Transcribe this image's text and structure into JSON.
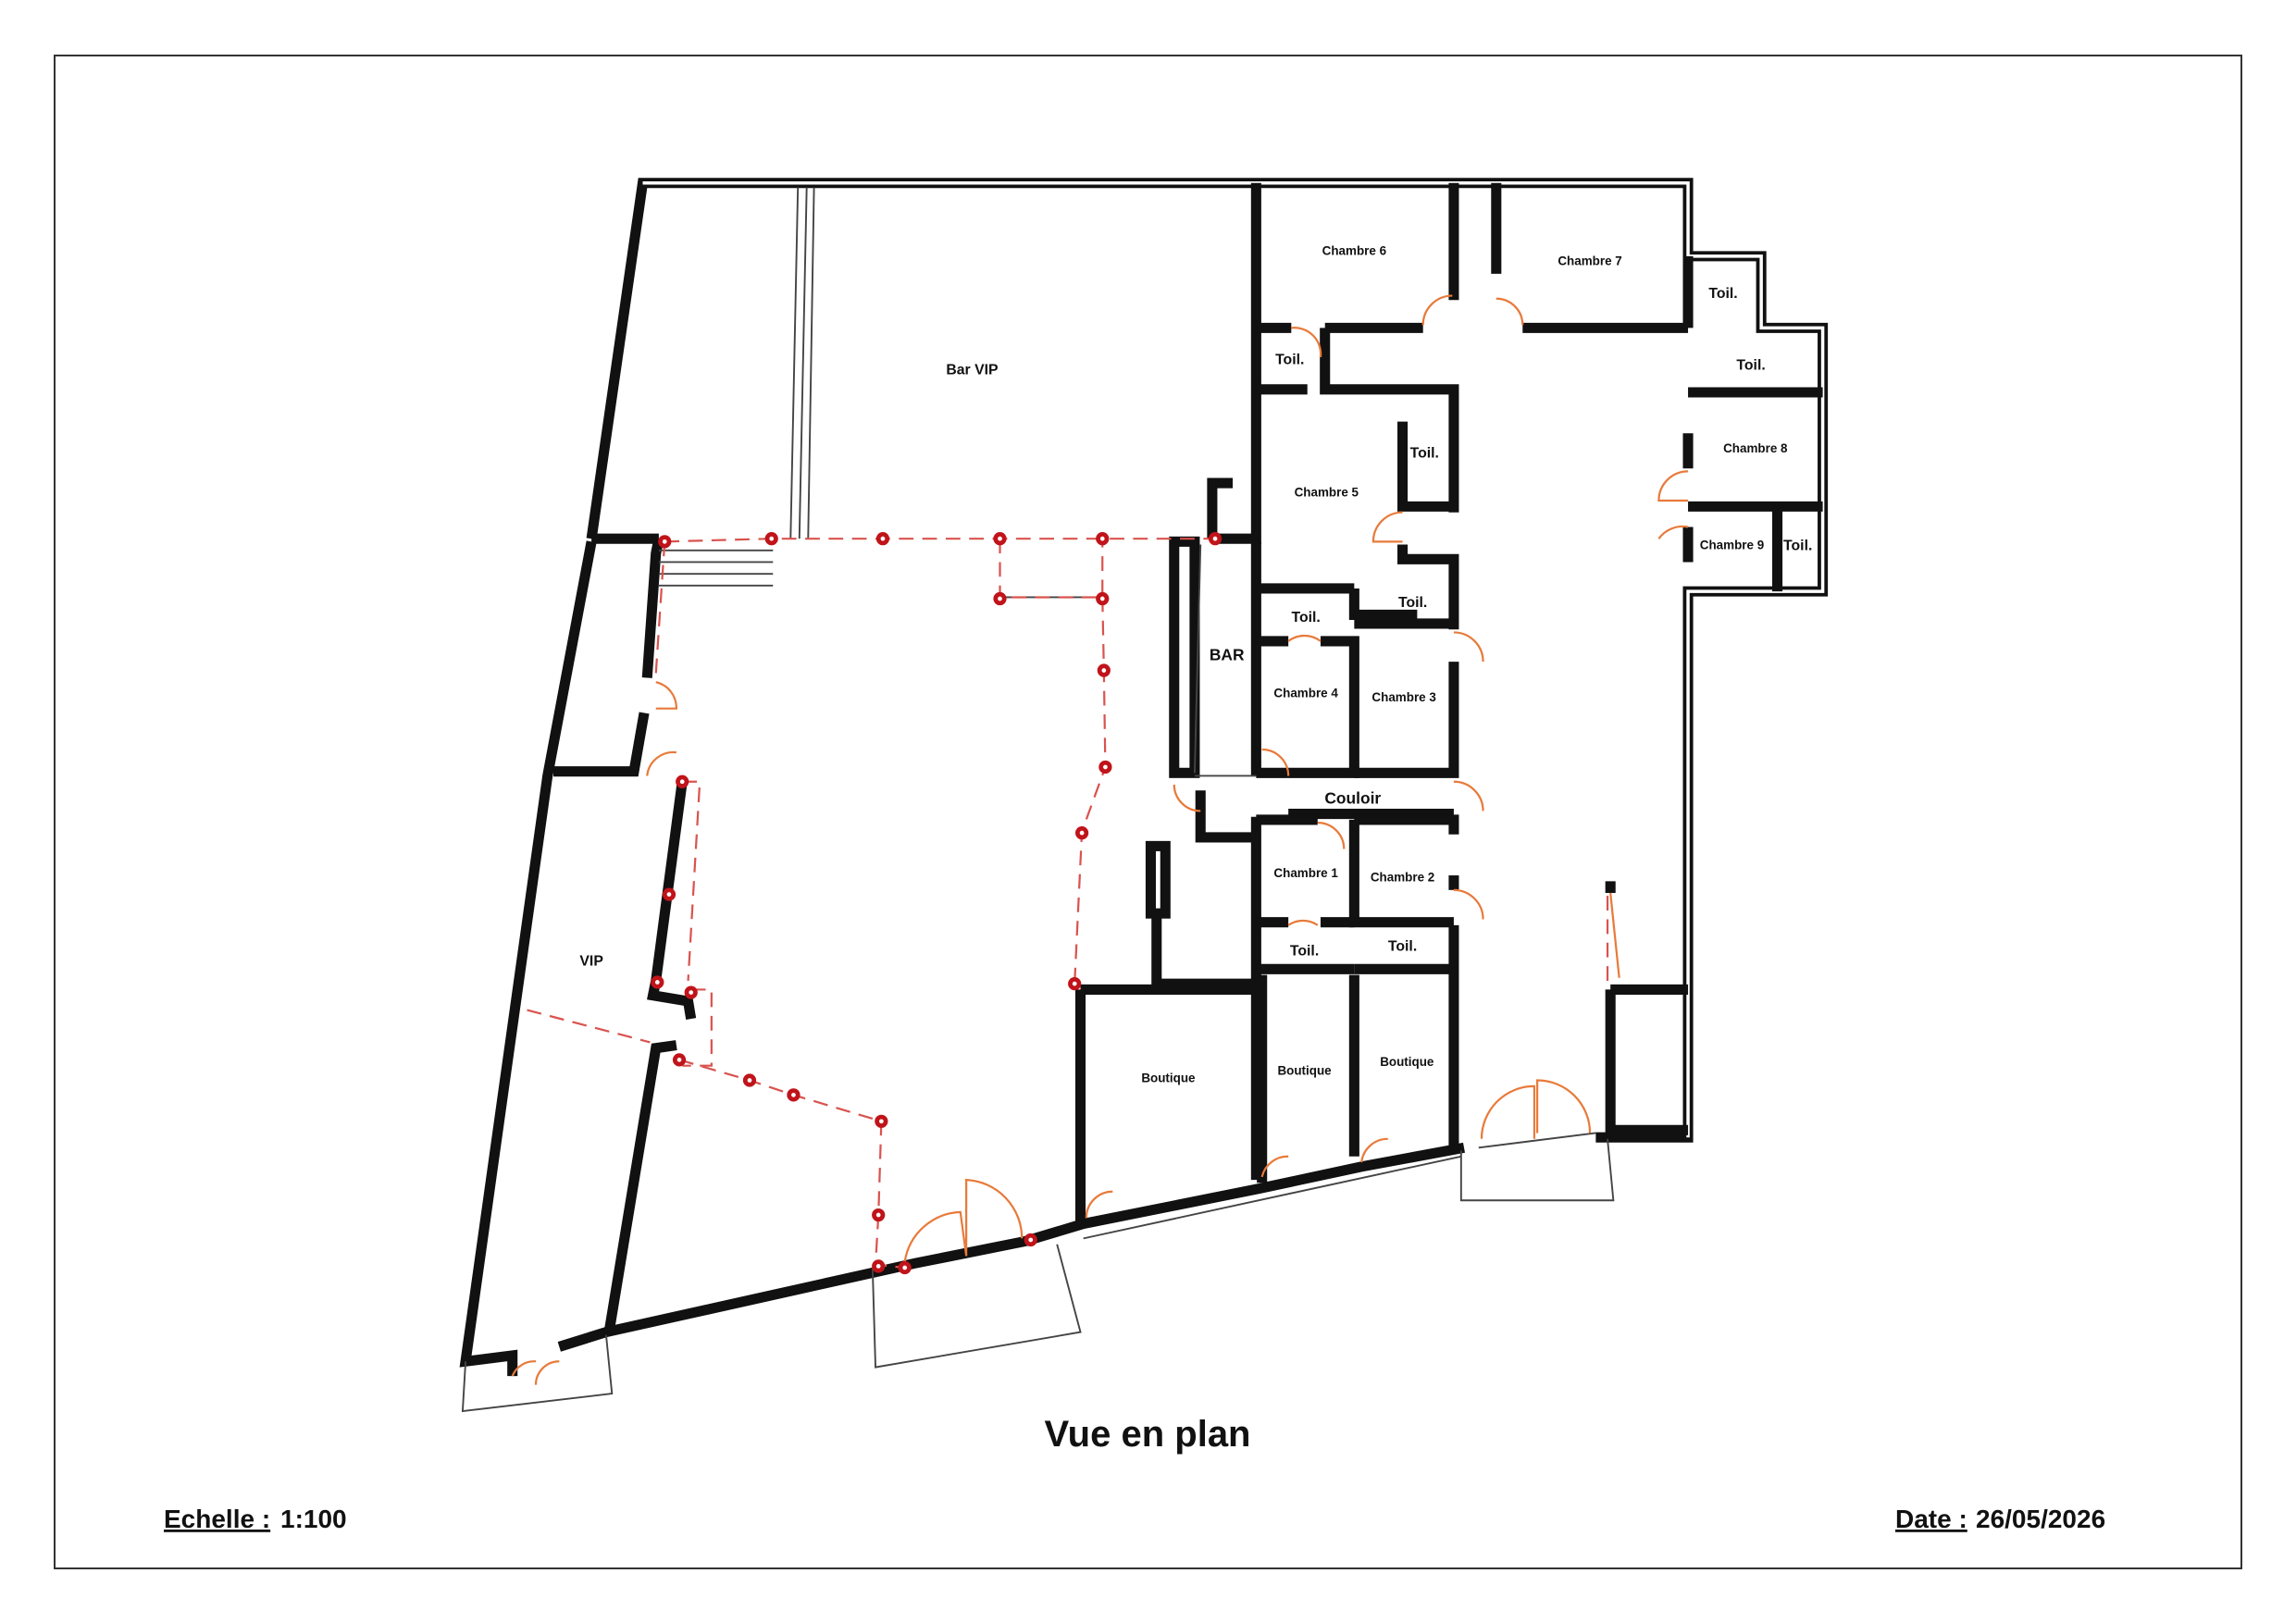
{
  "title": "Vue en plan",
  "scale": {
    "label": "Echelle :",
    "value": "1:100"
  },
  "date": {
    "label": "Date :",
    "value": "26/05/2026"
  },
  "rooms": {
    "bar_vip": "Bar VIP",
    "chambre_6": "Chambre 6",
    "chambre_7": "Chambre 7",
    "toil_c7": "Toil.",
    "toil_c6": "Toil.",
    "toil_c8a": "Toil.",
    "chambre_8": "Chambre 8",
    "chambre_5": "Chambre 5",
    "toil_c5": "Toil.",
    "chambre_9": "Chambre 9",
    "toil_c9": "Toil.",
    "bar": "BAR",
    "toil_c4": "Toil.",
    "toil_c3": "Toil.",
    "chambre_4": "Chambre 4",
    "chambre_3": "Chambre 3",
    "couloir": "Couloir",
    "chambre_1": "Chambre 1",
    "chambre_2": "Chambre 2",
    "toil_c1": "Toil.",
    "toil_c2": "Toil.",
    "vip": "VIP",
    "boutique_1": "Boutique",
    "boutique_2": "Boutique",
    "boutique_3": "Boutique"
  }
}
